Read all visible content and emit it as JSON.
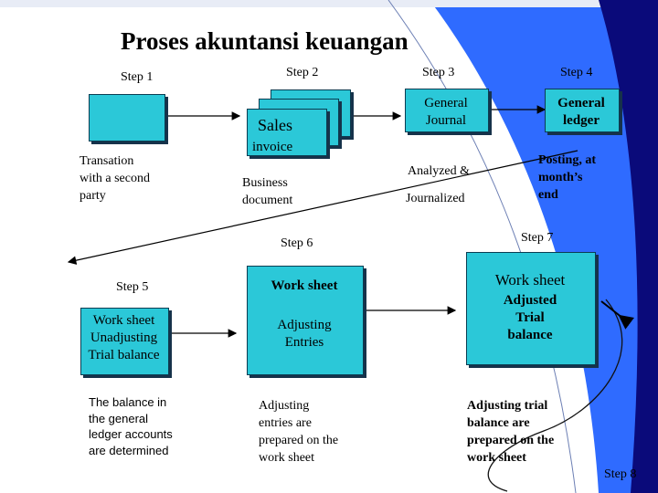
{
  "title": "Proses akuntansi keuangan",
  "steps": {
    "s1": "Step 1",
    "s2": "Step 2",
    "s3": "Step 3",
    "s4": "Step 4",
    "s5": "Step 5",
    "s6": "Step 6",
    "s7": "Step 7",
    "s8": "Step 8"
  },
  "boxes": {
    "sales_l1": "Sales",
    "sales_l2": "invoice",
    "journal_l1": "General",
    "journal_l2": "Journal",
    "ledger_l1": "General",
    "ledger_l2": "ledger",
    "ws5_l1": "Work sheet",
    "ws5_l2": "Unadjusting",
    "ws5_l3": "Trial balance",
    "ws6_top": "Work sheet",
    "adj_l1": "Adjusting",
    "adj_l2": "Entries",
    "ws7_top": "Work sheet",
    "adjtb_l1": "Adjusted",
    "adjtb_l2": "Trial",
    "adjtb_l3": "balance"
  },
  "notes": {
    "transaction": [
      "Transation",
      "with a second",
      "party"
    ],
    "business": [
      "Business",
      "document"
    ],
    "analyzed": "Analyzed &",
    "journalized": "Journalized",
    "posting": [
      "Posting, at",
      "month’s",
      "end"
    ],
    "balance": [
      "The balance in",
      "the general",
      "ledger accounts",
      "are determined"
    ],
    "adjusting_prep": [
      "Adjusting",
      "entries are",
      "prepared on the",
      "work sheet"
    ],
    "adjtb_prep": [
      "Adjusting trial",
      "balance are",
      "prepared on the",
      "work sheet"
    ]
  },
  "colors": {
    "box_fill": "#2bc8d8",
    "accent_blue": "#2f6bff",
    "dark_blue": "#0a0a7a"
  }
}
